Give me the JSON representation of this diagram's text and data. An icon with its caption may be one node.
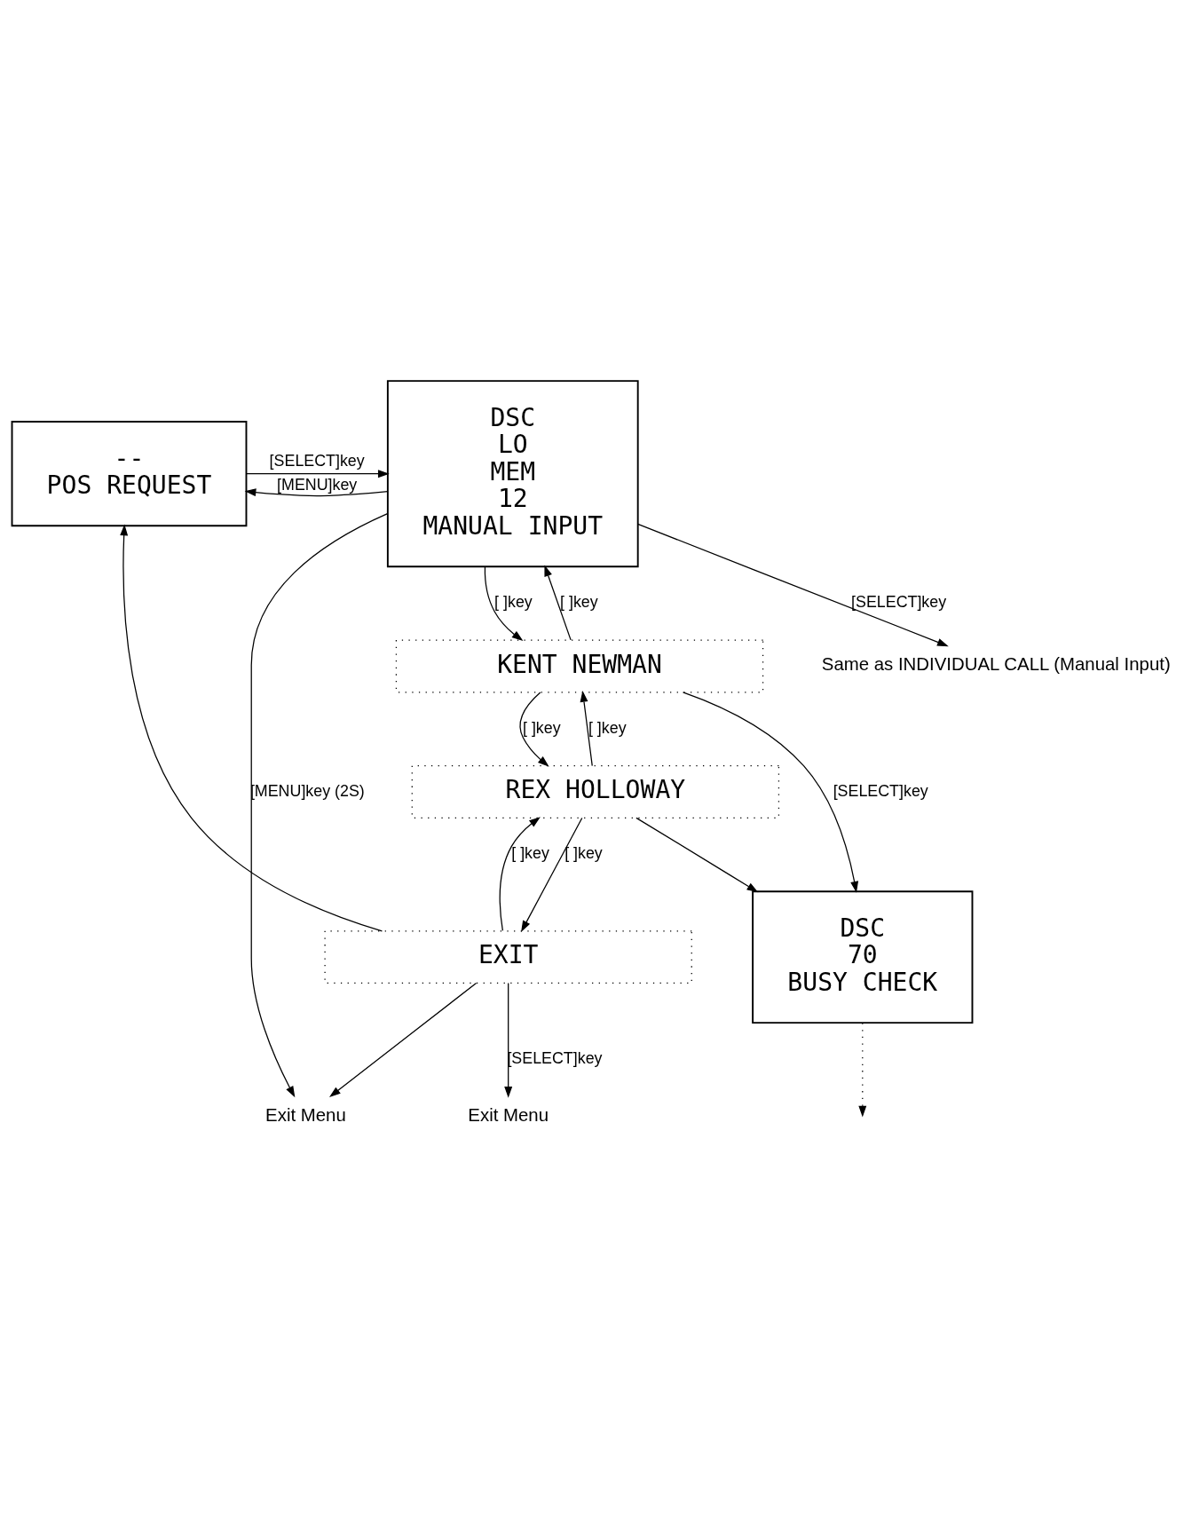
{
  "diagram": {
    "nodes": [
      {
        "text": [
          "--",
          "POS REQUEST"
        ]
      },
      {
        "text": [
          "DSC",
          "LO",
          "MEM",
          "12",
          "MANUAL INPUT"
        ]
      },
      {
        "text": [
          "KENT NEWMAN"
        ]
      },
      {
        "text": [
          "REX HOLLOWAY"
        ]
      },
      {
        "text": [
          "EXIT"
        ]
      },
      {
        "text": [
          "Exit Menu"
        ]
      },
      {
        "text": [
          "Exit Menu"
        ]
      },
      {
        "text": [
          "DSC",
          "70",
          "BUSY CHECK"
        ]
      },
      {
        "text": [
          "Same as INDIVIDUAL CALL (Manual Input)"
        ]
      }
    ],
    "edges": [
      {
        "from": 0,
        "to": 1,
        "arrow": "to",
        "label": "[SELECT]key"
      },
      {
        "from": 1,
        "to": 2,
        "arrow": "to",
        "label": "[ ]key"
      },
      {
        "from": 2,
        "to": 1,
        "arrow": "to",
        "label": "[ ]key"
      },
      {
        "from": 2,
        "to": 3,
        "arrow": "to",
        "label": "[ ]key"
      },
      {
        "from": 3,
        "to": 2,
        "arrow": "to",
        "label": "[ ]key"
      },
      {
        "from": 3,
        "to": 4,
        "arrow": "to",
        "label": "[ ]key"
      },
      {
        "from": 4,
        "to": 3,
        "arrow": "to",
        "label": "[ ]key"
      },
      {
        "from": 1,
        "to": 0,
        "arrow": "to",
        "label": "[MENU]key"
      },
      {
        "from": 4,
        "to": 0,
        "arrow": "to"
      },
      {
        "from": 1,
        "to": 5,
        "arrow": "to",
        "label": "[MENU]key (2S)"
      },
      {
        "from": 4,
        "to": 5,
        "arrow": "to"
      },
      {
        "from": 4,
        "to": 6,
        "arrow": "to",
        "label": "[SELECT]key"
      },
      {
        "from": 2,
        "to": 7,
        "arrow": "to",
        "label": "[SELECT]key"
      },
      {
        "from": 3,
        "to": 7,
        "arrow": "to"
      },
      {
        "from": 1,
        "to": 8,
        "arrow": "to",
        "label": "[SELECT]key"
      },
      {
        "from": 7,
        "to": null,
        "arrow": "to",
        "style": "dashed"
      }
    ]
  }
}
